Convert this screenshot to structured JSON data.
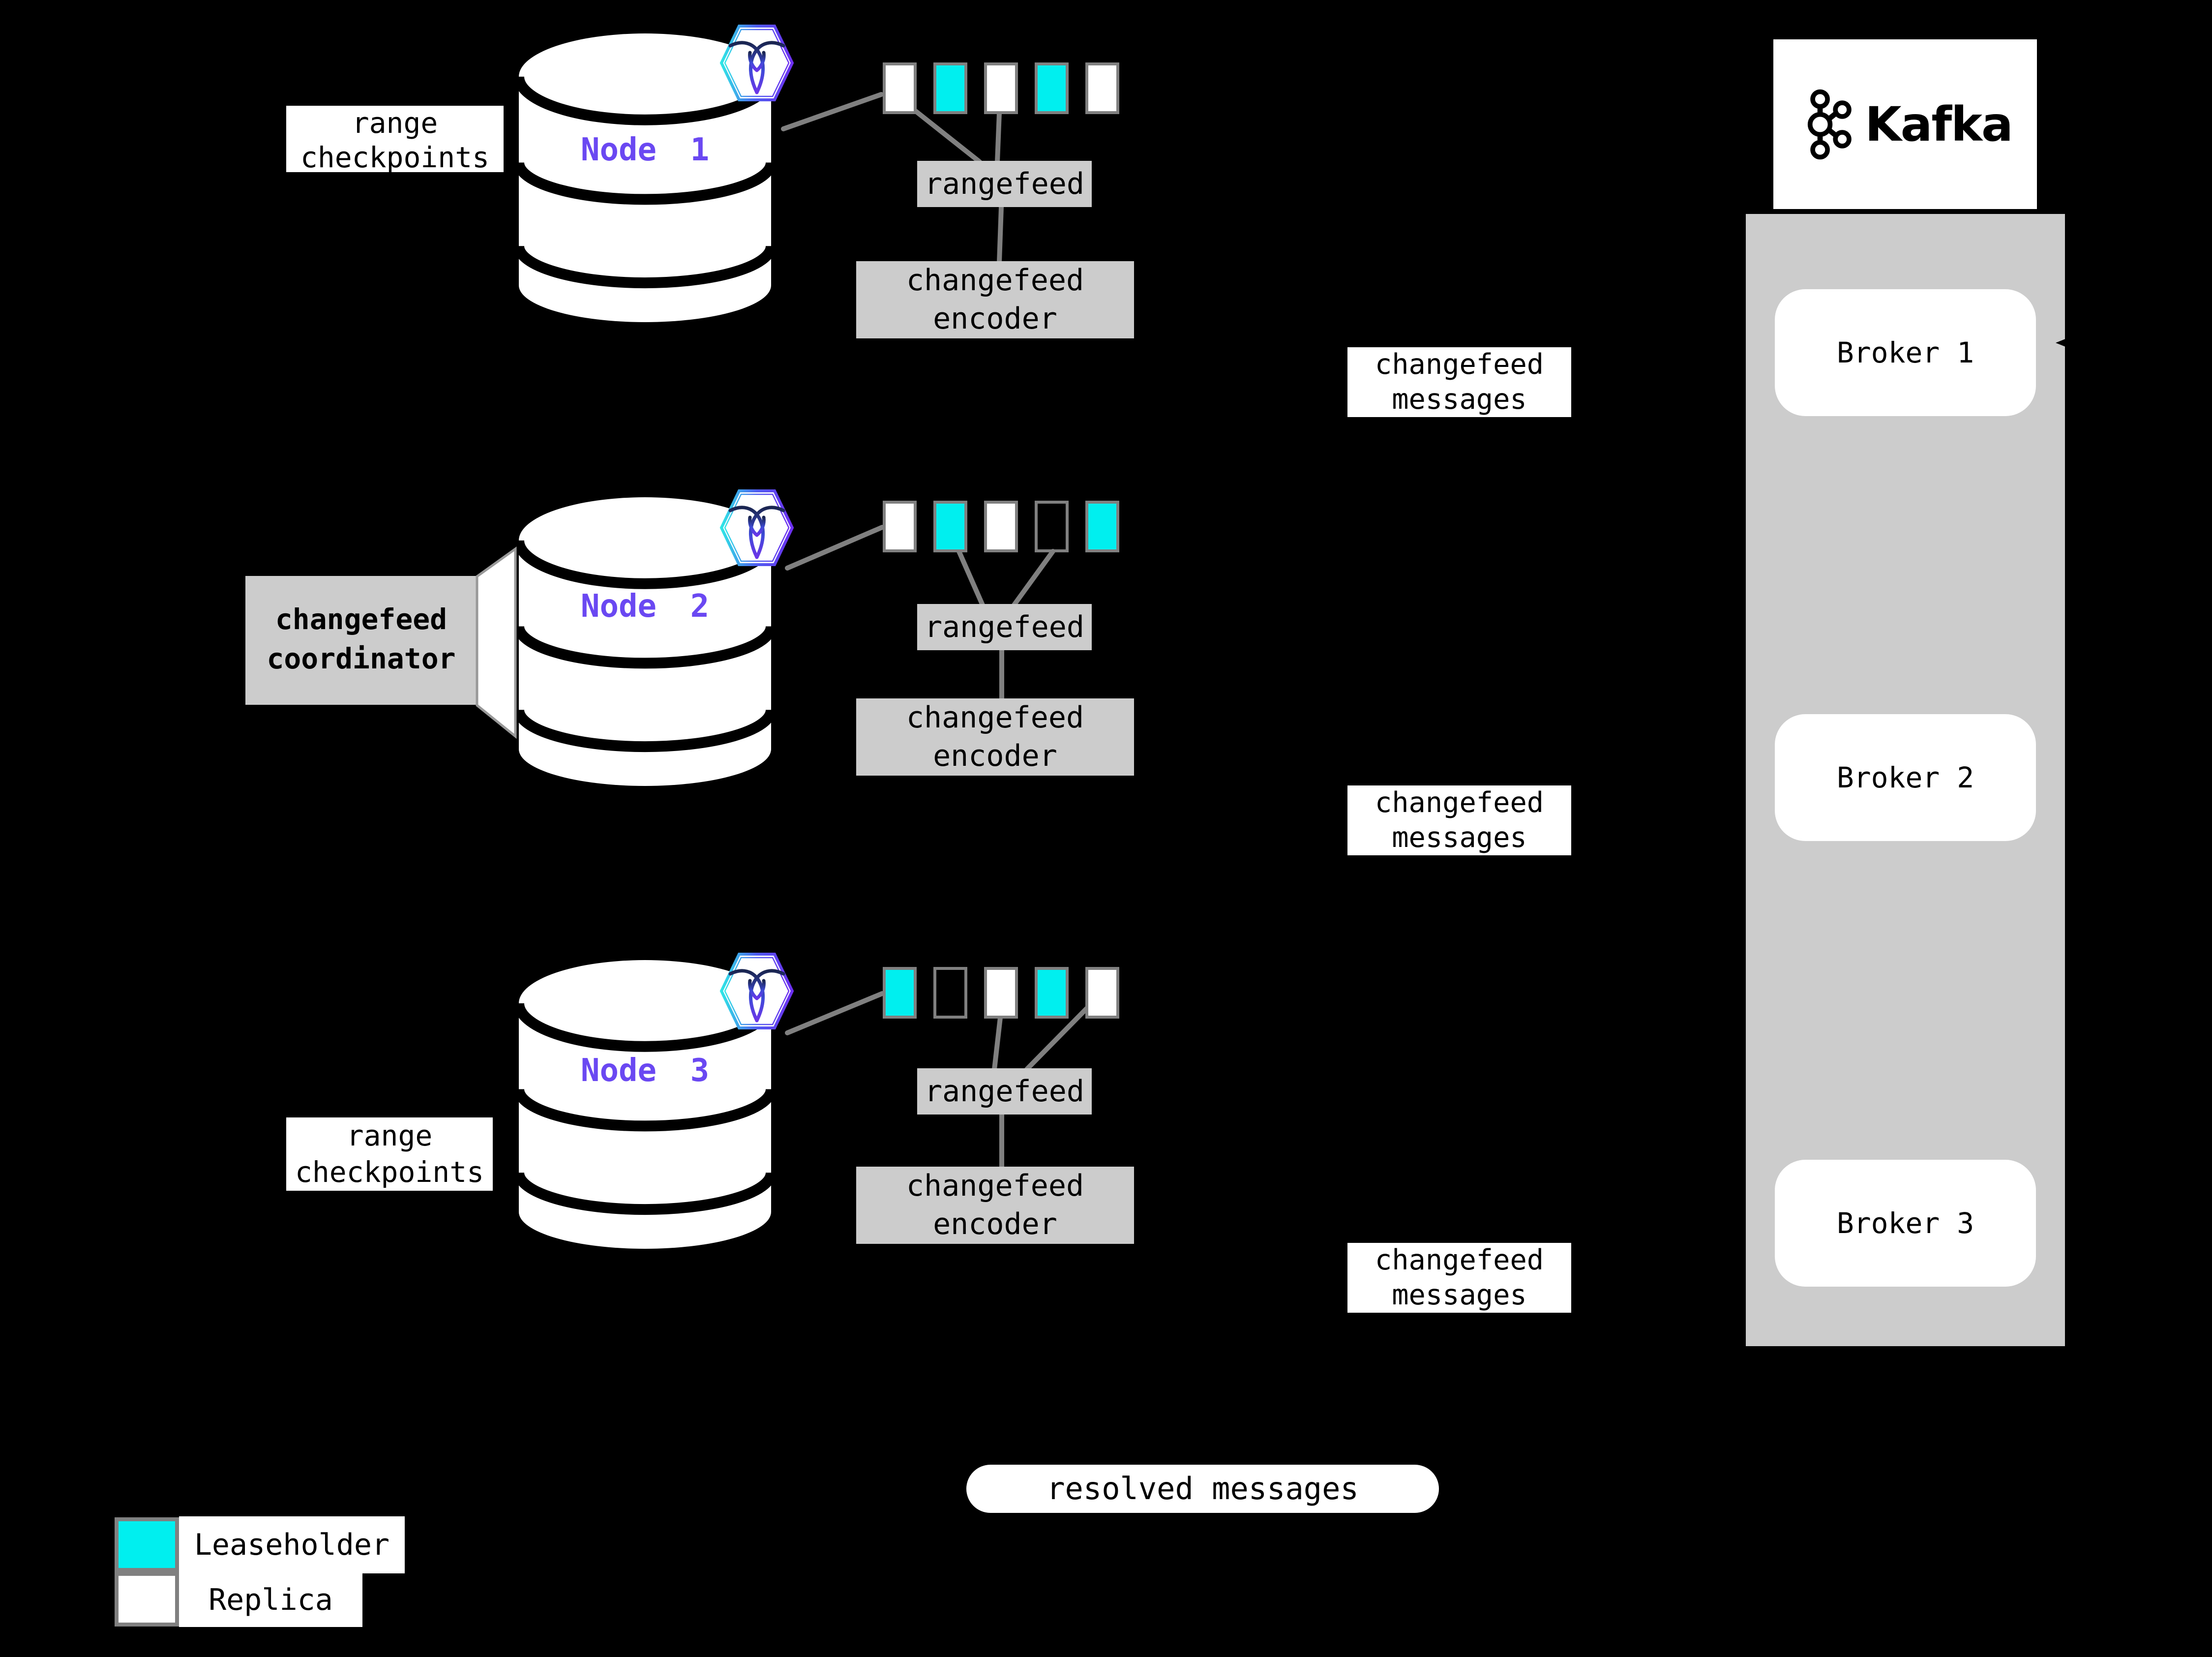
{
  "nodes": [
    {
      "label": "Node 1",
      "ranges": [
        "replica",
        "leaseholder",
        "replica",
        "leaseholder",
        "replica"
      ]
    },
    {
      "label": "Node 2",
      "ranges": [
        "replica",
        "leaseholder",
        "replica",
        "transparent",
        "leaseholder"
      ]
    },
    {
      "label": "Node 3",
      "ranges": [
        "leaseholder",
        "transparent",
        "replica",
        "leaseholder",
        "replica"
      ]
    }
  ],
  "labels": {
    "range_checkpoints": "range checkpoints",
    "rangefeed": "rangefeed",
    "changefeed_encoder": "changefeed encoder",
    "changefeed_messages": "changefeed messages",
    "changefeed_coordinator": "changefeed coordinator",
    "resolved_messages": "resolved messages"
  },
  "kafka": {
    "title": "Kafka",
    "brokers": [
      {
        "label": "Broker 1"
      },
      {
        "label": "Broker 2"
      },
      {
        "label": "Broker 3"
      }
    ]
  },
  "legend": {
    "items": [
      {
        "key": "leaseholder",
        "label": "Leaseholder"
      },
      {
        "key": "replica",
        "label": "Replica"
      }
    ]
  },
  "colors": {
    "background": "#000000",
    "leaseholder": "#00efef",
    "replica": "#ffffff",
    "node_label_purple": "#6a48f2",
    "box_gray": "#cccccc",
    "line_gray": "#808080"
  }
}
